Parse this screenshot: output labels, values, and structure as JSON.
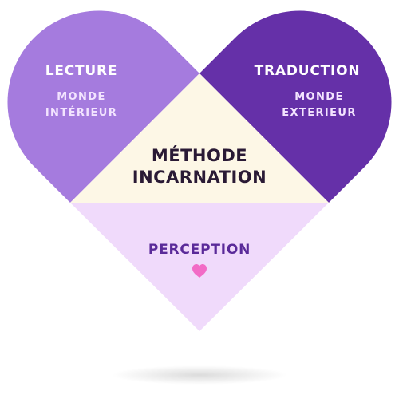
{
  "left_lobe": {
    "title": "LECTURE",
    "subtitle_line1": "MONDE",
    "subtitle_line2": "INTÉRIEUR",
    "color": "#A57BDE"
  },
  "right_lobe": {
    "title": "TRADUCTION",
    "subtitle_line1": "MONDE",
    "subtitle_line2": "EXTERIEUR",
    "color": "#6530A8"
  },
  "center": {
    "line1": "MÉTHODE",
    "line2": "INCARNATION",
    "color": "#FDF7E6",
    "text_color": "#2A1A35"
  },
  "bottom": {
    "title": "PERCEPTION",
    "color": "#F0DAFB",
    "title_color": "#5A2A99",
    "heart_color": "#F26BC6",
    "icon": "heart-icon"
  },
  "lobe_text_colors": {
    "title": "#FFFFFF",
    "subtitle": "#F3E4FF"
  }
}
